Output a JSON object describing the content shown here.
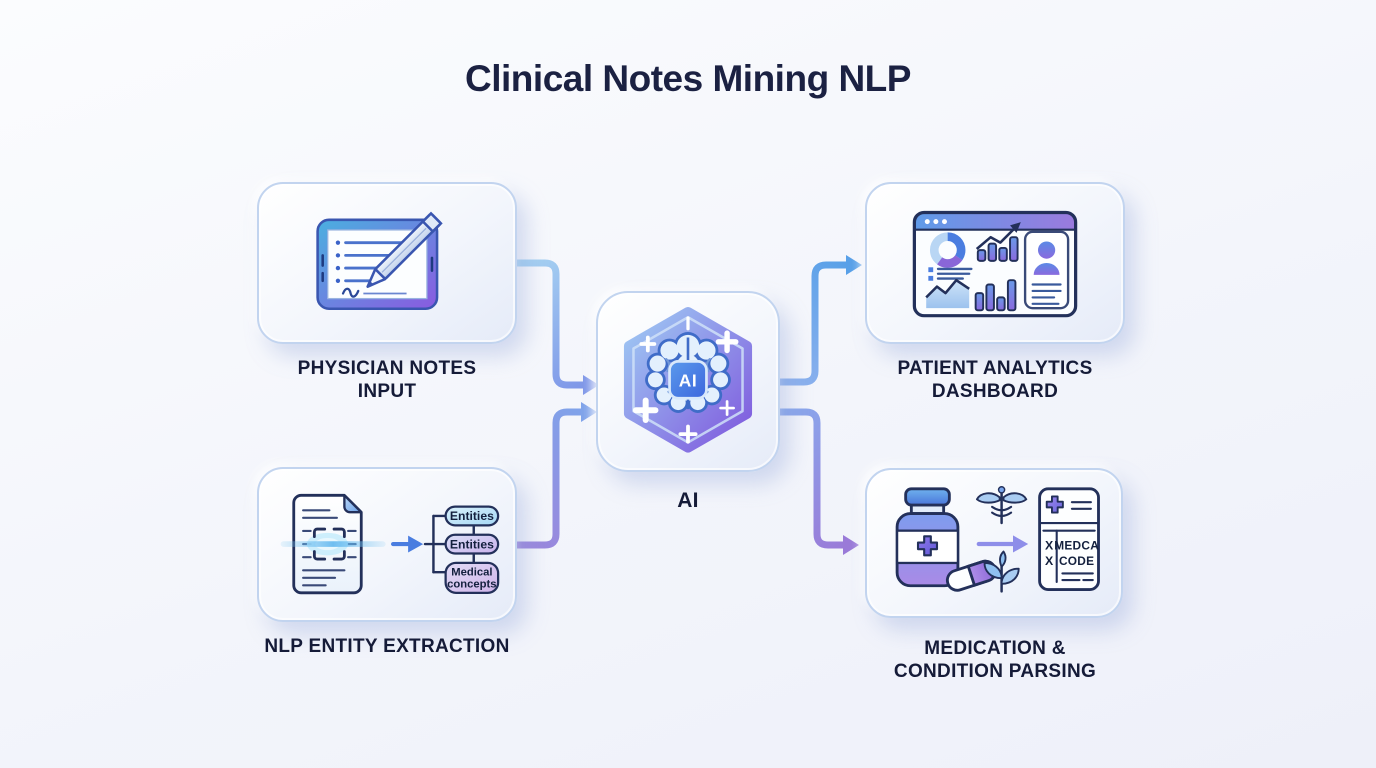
{
  "title": "Clinical Notes Mining NLP",
  "center_node": {
    "id": "ai",
    "label": "AI",
    "badge_text": "AI",
    "icon": "brain-ai-hexagon-icon"
  },
  "nodes": [
    {
      "id": "physician-notes-input",
      "label_lines": [
        "PHYSICIAN NOTES",
        "INPUT"
      ],
      "icon": "tablet-pencil-icon"
    },
    {
      "id": "nlp-entity-extraction",
      "label_lines": [
        "NLP ENTITY EXTRACTION"
      ],
      "icon": "document-scan-icon",
      "pills": [
        {
          "lines": [
            "Entities"
          ]
        },
        {
          "lines": [
            "Entities"
          ]
        },
        {
          "lines": [
            "Medical",
            "concepts"
          ]
        }
      ]
    },
    {
      "id": "patient-analytics-dashboard",
      "label_lines": [
        "PATIENT ANALYTICS",
        "DASHBOARD"
      ],
      "icon": "analytics-dashboard-icon"
    },
    {
      "id": "medication-condition-parsing",
      "label_lines": [
        "MEDICATION &",
        "CONDITION PARSING"
      ],
      "icon": "medication-parsing-icon",
      "code_doc": {
        "x_marks": [
          "X",
          "X"
        ],
        "lines": [
          "MEDCA",
          "CODE"
        ]
      }
    }
  ],
  "connections": [
    {
      "from": "physician-notes-input",
      "to": "ai"
    },
    {
      "from": "nlp-entity-extraction",
      "to": "ai"
    },
    {
      "from": "ai",
      "to": "patient-analytics-dashboard"
    },
    {
      "from": "ai",
      "to": "medication-condition-parsing"
    }
  ],
  "colors": {
    "background": "#f1f3fa",
    "title_text": "#1b2142",
    "label_text": "#151b38",
    "arrow_blue": "#58a0e8",
    "arrow_purple": "#9a7ad8",
    "card_border": "#c2d4ef"
  }
}
